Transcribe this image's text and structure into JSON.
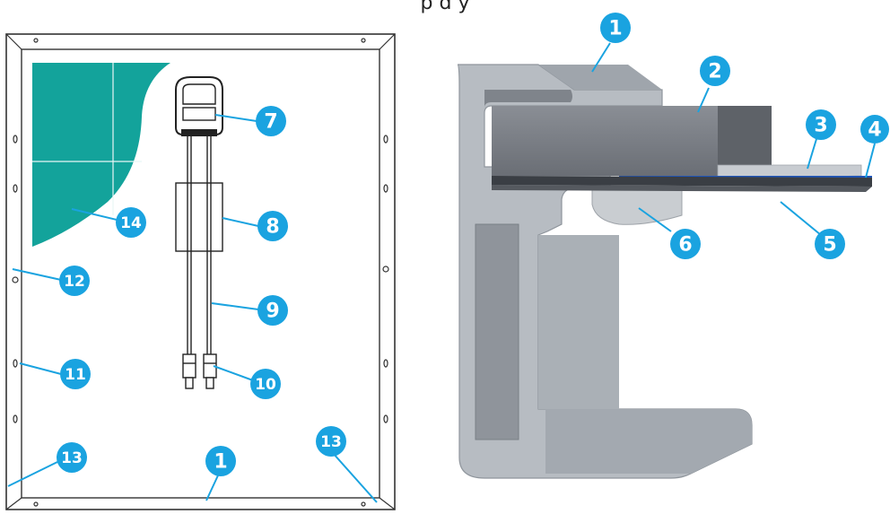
{
  "caption": "p d y",
  "colors": {
    "badge": "#1aa3e0",
    "leader": "#1aa3e0",
    "cell_teal": "#13a39b",
    "frame_gray": "#a9afb6",
    "panel_dark": "#6e7279",
    "backsheet_blue": "#1f55b8"
  },
  "left_labels": [
    {
      "id": "7",
      "text": "7"
    },
    {
      "id": "8",
      "text": "8"
    },
    {
      "id": "9",
      "text": "9"
    },
    {
      "id": "10",
      "text": "10"
    },
    {
      "id": "11",
      "text": "11"
    },
    {
      "id": "12",
      "text": "12"
    },
    {
      "id": "13a",
      "text": "13"
    },
    {
      "id": "13b",
      "text": "13"
    },
    {
      "id": "14",
      "text": "14"
    },
    {
      "id": "1",
      "text": "1"
    }
  ],
  "right_labels": [
    {
      "id": "1",
      "text": "1"
    },
    {
      "id": "2",
      "text": "2"
    },
    {
      "id": "3",
      "text": "3"
    },
    {
      "id": "4",
      "text": "4"
    },
    {
      "id": "5",
      "text": "5"
    },
    {
      "id": "6",
      "text": "6"
    }
  ]
}
